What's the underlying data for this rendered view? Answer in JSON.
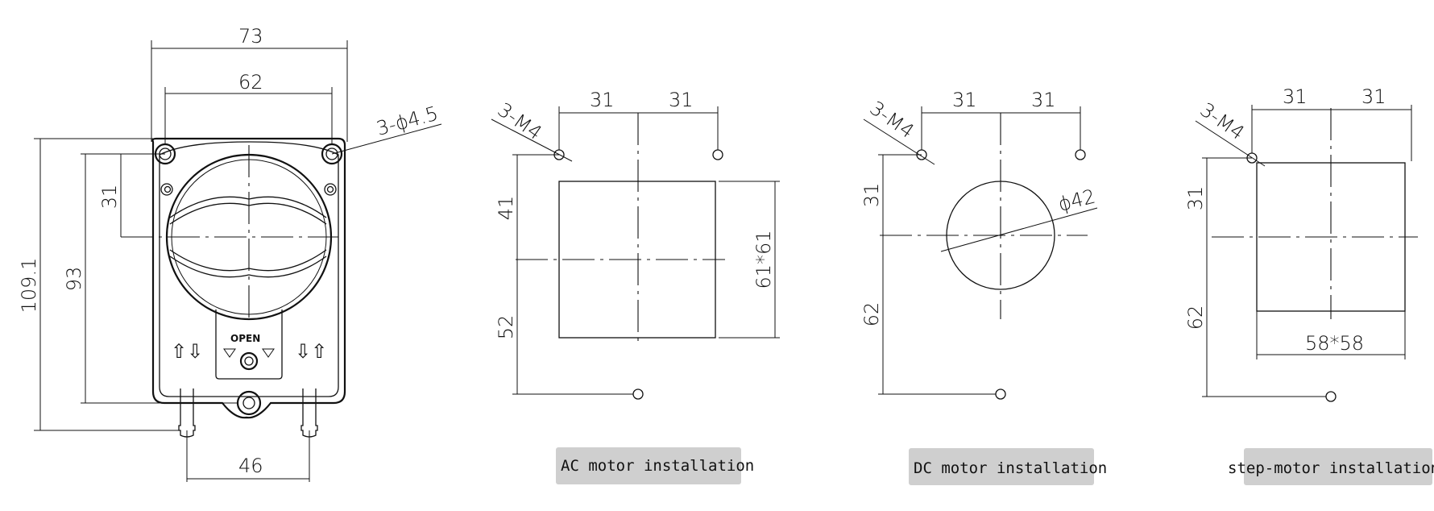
{
  "pump": {
    "width_overall": "73",
    "width_holes": "62",
    "height_overall": "109.1",
    "height_holes": "93",
    "offset_top": "31",
    "tube_spacing": "46",
    "hole_note": "3-ϕ4.5",
    "open_label": "OPEN",
    "arrows_left": "⇧⇩",
    "arrows_right": "⇩⇧"
  },
  "ac": {
    "dim_left": "31",
    "dim_right": "31",
    "dim_upper": "41",
    "dim_lower": "52",
    "size": "61*61",
    "thread_note": "3-M4",
    "caption": "AC motor installation"
  },
  "dc": {
    "dim_left": "31",
    "dim_right": "31",
    "dim_upper": "31",
    "dim_lower": "62",
    "diameter": "ϕ42",
    "thread_note": "3-M4",
    "caption": "DC motor installation"
  },
  "step": {
    "dim_left": "31",
    "dim_right": "31",
    "dim_upper": "31",
    "dim_lower": "62",
    "size": "58*58",
    "thread_note": "3-M4",
    "caption": "step-motor installation"
  },
  "colors": {
    "line": "#111111",
    "caption_bg": "#cfcfcf"
  }
}
